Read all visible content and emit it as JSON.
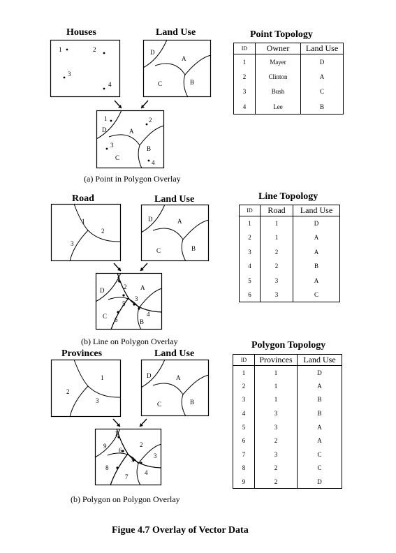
{
  "figure_title": "Figue 4.7  Overlay of Vector Data",
  "section_a": {
    "map1_title": "Houses",
    "map2_title": "Land Use",
    "caption": "(a) Point in Polygon Overlay",
    "table_title": "Point Topology",
    "headers": [
      "ID",
      "Owner",
      "Land Use"
    ],
    "rows": [
      [
        "1",
        "Mayer",
        "D"
      ],
      [
        "2",
        "Clinton",
        "A"
      ],
      [
        "3",
        "Bush",
        "C"
      ],
      [
        "4",
        "Lee",
        "B"
      ]
    ]
  },
  "section_b": {
    "map1_title": "Road",
    "map2_title": "Land Use",
    "caption": "(b) Line on Polygon Overlay",
    "table_title": "Line Topology",
    "headers": [
      "ID",
      "Road",
      "Land Use"
    ],
    "rows": [
      [
        "1",
        "1",
        "D"
      ],
      [
        "2",
        "1",
        "A"
      ],
      [
        "3",
        "2",
        "A"
      ],
      [
        "4",
        "2",
        "B"
      ],
      [
        "5",
        "3",
        "A"
      ],
      [
        "6",
        "3",
        "C"
      ]
    ]
  },
  "section_c": {
    "map1_title": "Provinces",
    "map2_title": "Land Use",
    "caption": "(b) Polygon on Polygon Overlay",
    "table_title": "Polygon Topology",
    "headers": [
      "ID",
      "Provinces",
      "Land Use"
    ],
    "rows": [
      [
        "1",
        "1",
        "D"
      ],
      [
        "2",
        "1",
        "A"
      ],
      [
        "3",
        "1",
        "B"
      ],
      [
        "4",
        "3",
        "B"
      ],
      [
        "5",
        "3",
        "A"
      ],
      [
        "6",
        "2",
        "A"
      ],
      [
        "7",
        "3",
        "C"
      ],
      [
        "8",
        "2",
        "C"
      ],
      [
        "9",
        "2",
        "D"
      ]
    ]
  },
  "labels": {
    "landuse": [
      "D",
      "A",
      "C",
      "B"
    ],
    "points": [
      "1",
      "2",
      "3",
      "4"
    ],
    "roads": [
      "1",
      "2",
      "3"
    ],
    "road_segments": [
      "1",
      "2",
      "3",
      "4",
      "5",
      "6"
    ],
    "provinces": [
      "1",
      "2",
      "3"
    ],
    "poly_ids": [
      "1",
      "2",
      "3",
      "4",
      "5",
      "6",
      "7",
      "8",
      "9"
    ]
  }
}
